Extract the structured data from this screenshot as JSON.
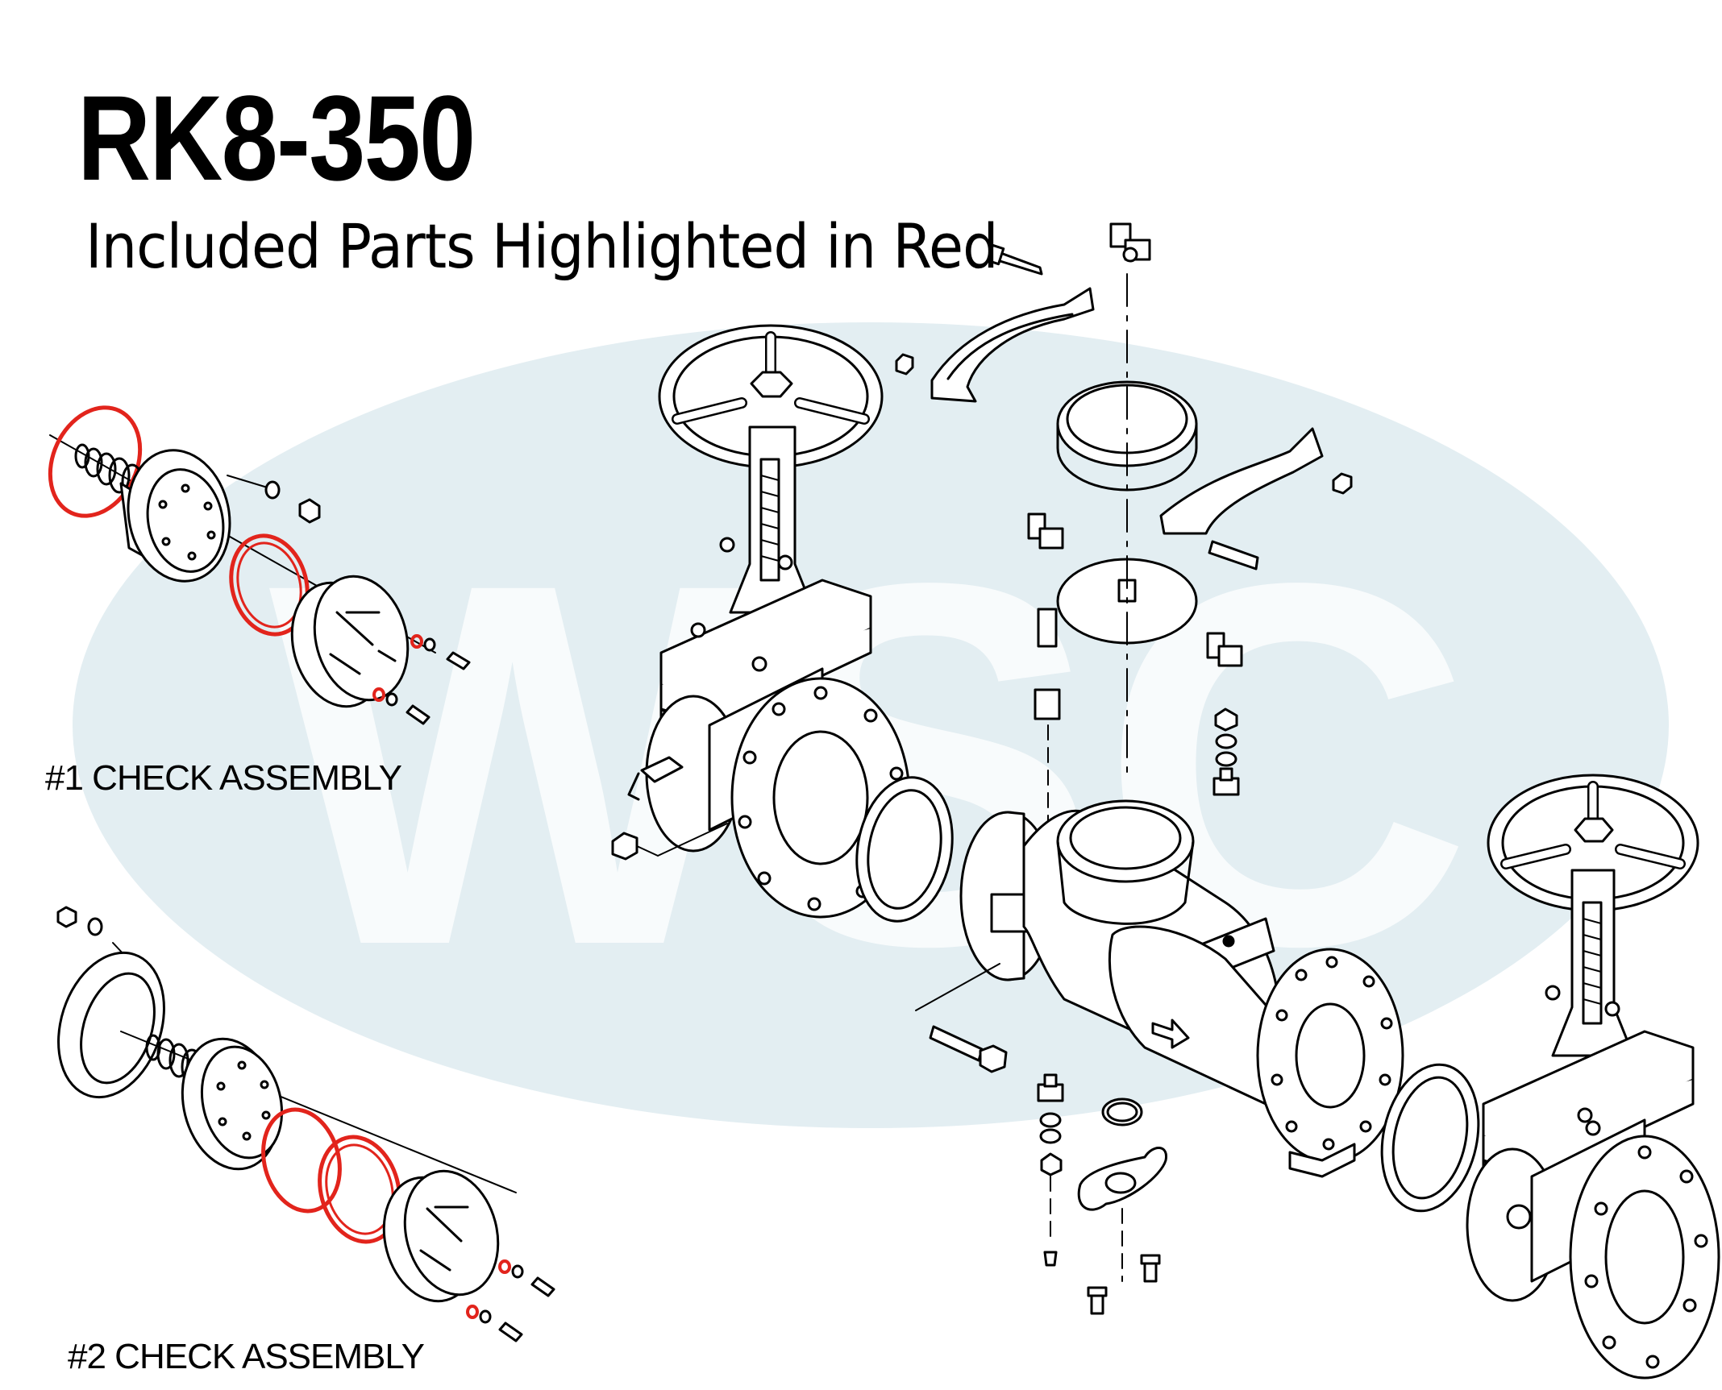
{
  "title": "RK8-350",
  "subtitle": "Included Parts Highlighted in Red",
  "labels": {
    "check1": "#1 CHECK ASSEMBLY",
    "check2": "#2 CHECK ASSEMBLY"
  },
  "watermark": {
    "text": "WSC",
    "color": "#e3eef2"
  },
  "colors": {
    "line": "#000000",
    "highlight": "#e2241c"
  }
}
